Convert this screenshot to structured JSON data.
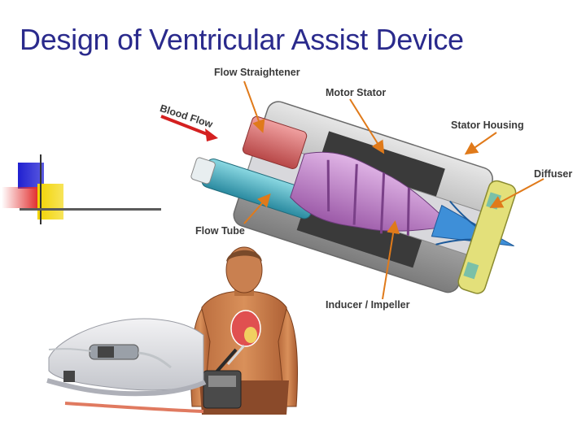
{
  "slide": {
    "title": "Design of Ventricular Assist Device"
  },
  "diagram": {
    "labels": {
      "blood_flow": "Blood Flow",
      "flow_straightener": "Flow Straightener",
      "motor_stator": "Motor Stator",
      "stator_housing": "Stator Housing",
      "diffuser": "Diffuser",
      "flow_tube": "Flow Tube",
      "inducer_impeller": "Inducer / Impeller"
    },
    "colors": {
      "title": "#2a2a8c",
      "arrow": "#e07a1a",
      "blood_flow_arrow": "#d42020",
      "flow_straightener": "#d9686a",
      "impeller": "#c98fd0",
      "diffuser_blades": "#3e8fd8",
      "flow_tube": "#3fb3c4",
      "housing": "#b5b5b5",
      "diffuser_ring": "#e3e07a"
    }
  },
  "decoration": {
    "colors": [
      "#2a2ad0",
      "#f1d200",
      "#e23030",
      "#555555"
    ]
  }
}
